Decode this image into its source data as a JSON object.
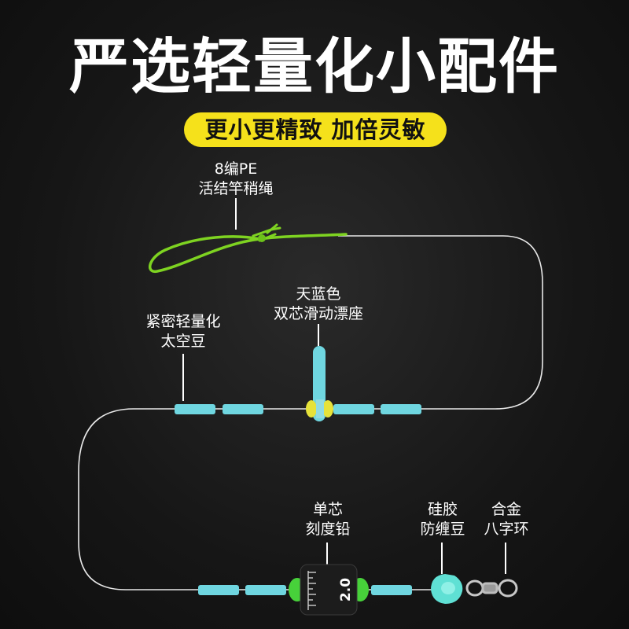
{
  "title": "严选轻量化小配件",
  "subtitle": "更小更精致 加倍灵敏",
  "labels": {
    "pe_line": [
      "8编PE",
      "活结竿稍绳"
    ],
    "space_beans": [
      "紧密轻量化",
      "太空豆"
    ],
    "float_seat": [
      "天蓝色",
      "双芯滑动漂座"
    ],
    "lead": [
      "单芯",
      "刻度铅"
    ],
    "silicone_bean": [
      "硅胶",
      "防缠豆"
    ],
    "swivel": [
      "合金",
      "八字环"
    ]
  },
  "lead_scale_text": "2.0",
  "colors": {
    "accent_yellow": "#f5e11b",
    "line_green": "#7ed321",
    "bean_cyan": "#6fd6e0",
    "lead_green": "#47d13a"
  }
}
